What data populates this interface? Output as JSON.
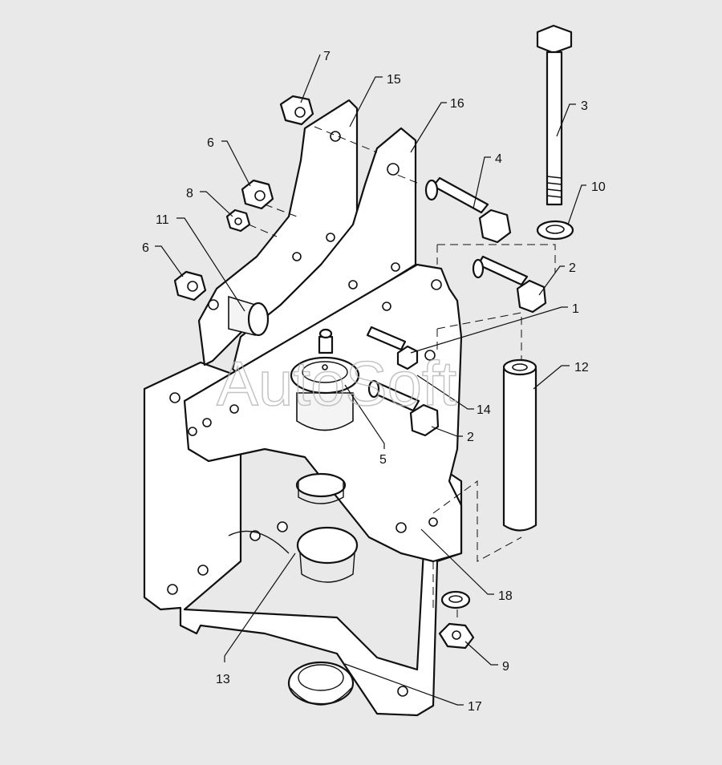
{
  "watermark": "AutoSoft",
  "callouts": {
    "n1": "1",
    "n2a": "2",
    "n2b": "2",
    "n3": "3",
    "n4": "4",
    "n5": "5",
    "n6a": "6",
    "n6b": "6",
    "n7": "7",
    "n8": "8",
    "n9": "9",
    "n10": "10",
    "n11": "11",
    "n12": "12",
    "n13": "13",
    "n14": "14",
    "n15": "15",
    "n16": "16",
    "n17": "17",
    "n18": "18"
  }
}
